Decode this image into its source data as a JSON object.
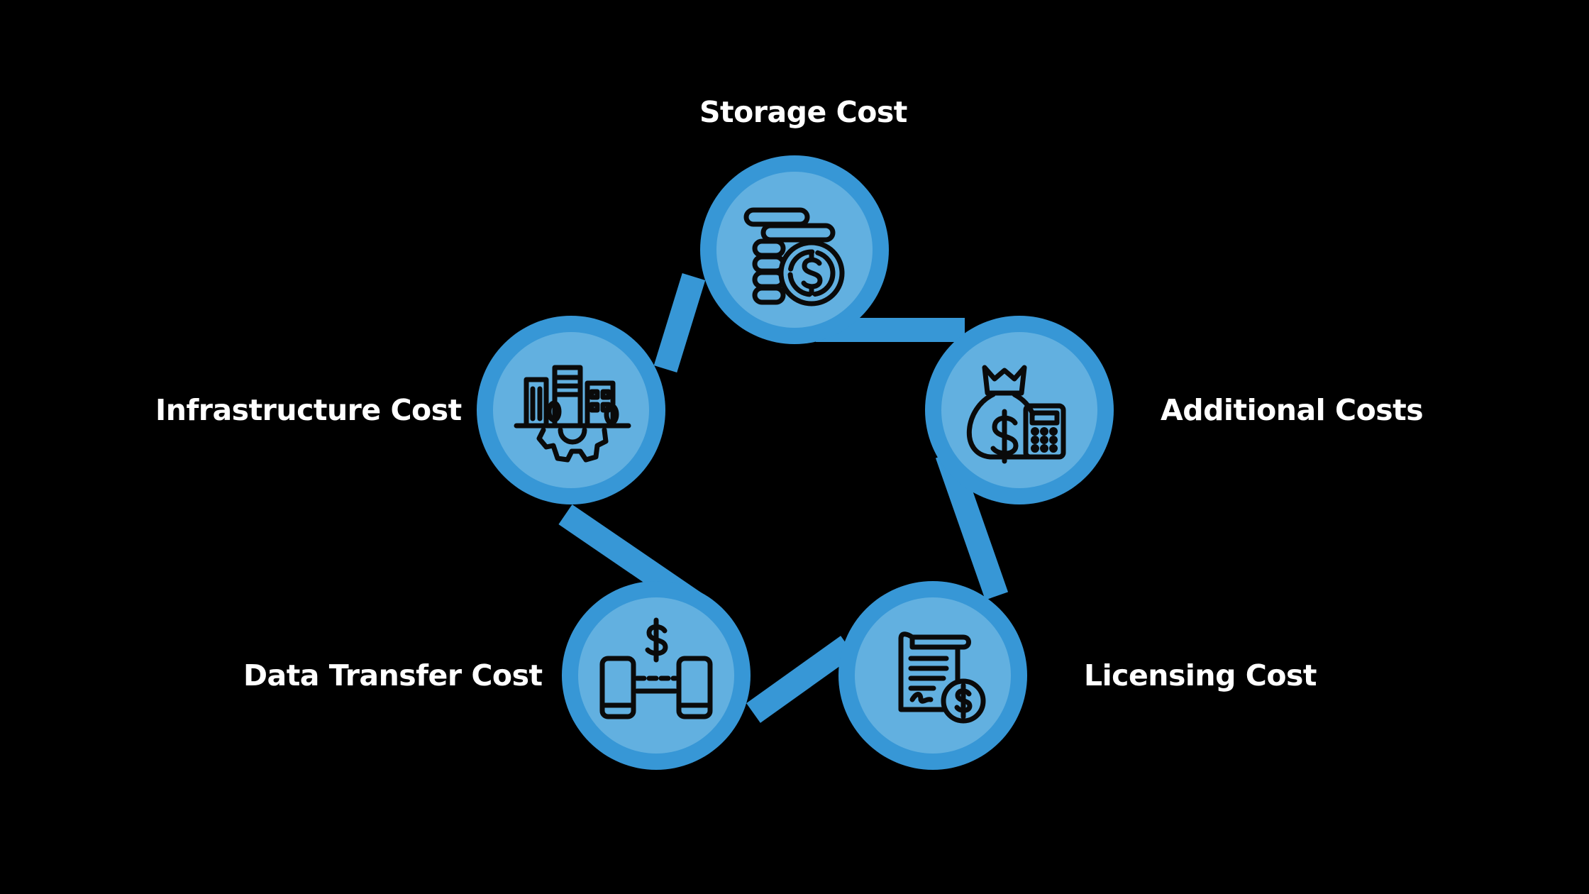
{
  "colors": {
    "background": "#000000",
    "ring": "#3797d6",
    "inner": "#62b0e0",
    "icon": "#0a0a0a",
    "text": "#ffffff"
  },
  "nodes": [
    {
      "id": "storage",
      "label": "Storage Cost",
      "icon": "coins-dollar-icon"
    },
    {
      "id": "additional",
      "label": "Additional Costs",
      "icon": "money-bag-calculator-icon"
    },
    {
      "id": "licensing",
      "label": "Licensing Cost",
      "icon": "license-document-dollar-icon"
    },
    {
      "id": "data-transfer",
      "label": "Data Transfer Cost",
      "icon": "phones-transfer-dollar-icon"
    },
    {
      "id": "infrastructure",
      "label": "Infrastructure Cost",
      "icon": "city-gear-icon"
    }
  ]
}
